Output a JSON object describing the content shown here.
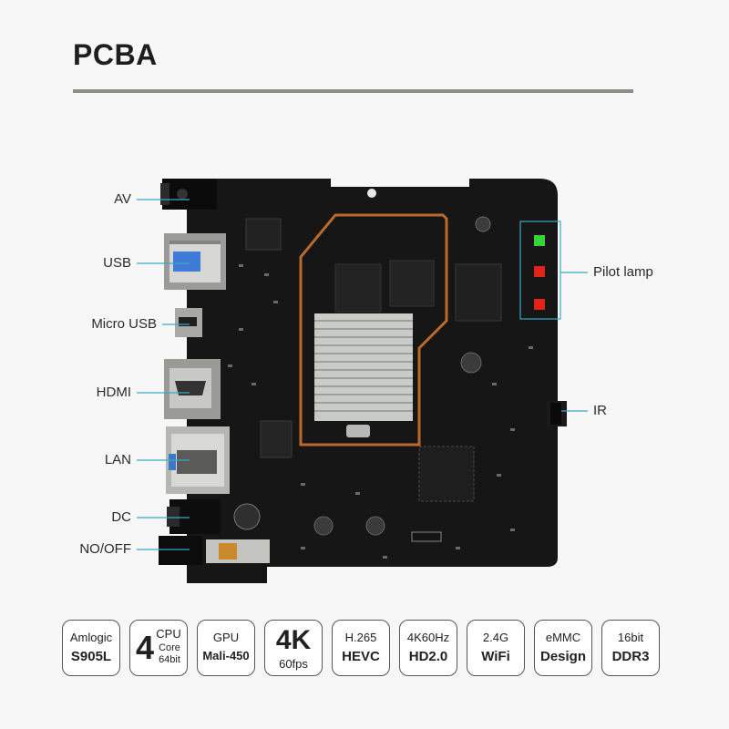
{
  "header": {
    "title": "PCBA"
  },
  "callouts": {
    "av": "AV",
    "usb": "USB",
    "micro_usb": "Micro USB",
    "hdmi": "HDMI",
    "lan": "LAN",
    "dc": "DC",
    "no_off": "NO/OFF",
    "pilot_lamp": "Pilot lamp",
    "ir": "IR"
  },
  "features": [
    {
      "top": "Amlogic",
      "bottom": "S905L"
    },
    {
      "big": "4",
      "s1": "CPU",
      "s2": "Core",
      "s3": "64bit"
    },
    {
      "top": "GPU",
      "bottom": "Mali-450"
    },
    {
      "big": "4K",
      "small": "60fps"
    },
    {
      "top": "H.265",
      "bottom": "HEVC"
    },
    {
      "top": "4K60Hz",
      "bottom": "HD2.0"
    },
    {
      "top": "2.4G",
      "bottom": "WiFi"
    },
    {
      "top": "eMMC",
      "bottom": "Design"
    },
    {
      "top": "16bit",
      "bottom": "DDR3"
    }
  ],
  "colors": {
    "board": "#161616",
    "callout_line": "#3ba9c4",
    "led_green": "#35d43a",
    "led_red": "#e0241c",
    "heatsink": "#c9cbc6"
  }
}
